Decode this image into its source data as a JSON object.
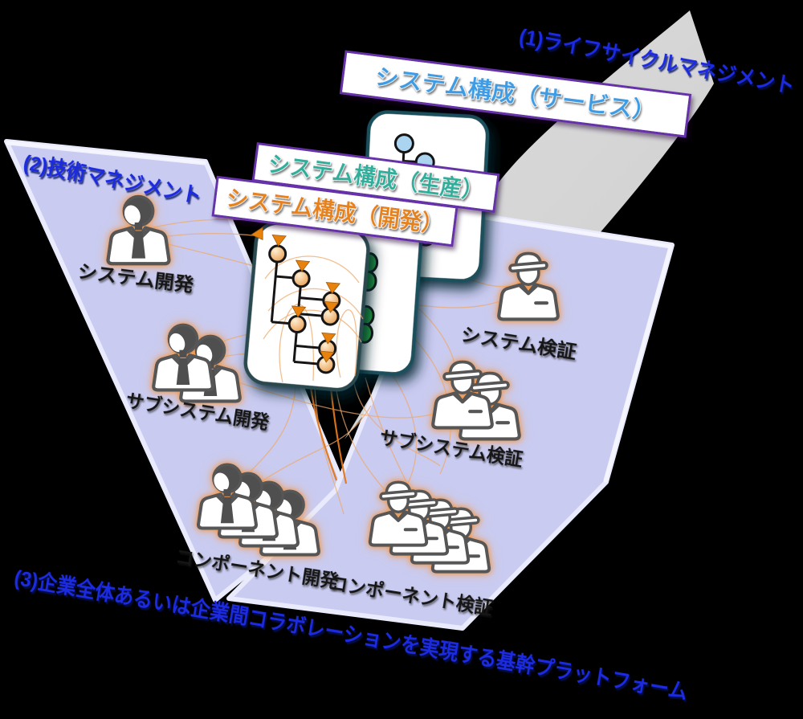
{
  "diagram": {
    "titles": {
      "lifecycle": "(1)ライフサイクルマネジメント",
      "technology": "(2)技術マネジメント",
      "platform": "(3)企業全体あるいは企業間コラボレーションを実現する基幹プラットフォーム"
    },
    "config_labels": [
      {
        "label": "システム構成（サービス）",
        "color": "#3d9ce4"
      },
      {
        "label": "システム構成（生産）",
        "color": "#2fae9b"
      },
      {
        "label": "システム構成（開発）",
        "color": "#e5821c"
      }
    ],
    "development_roles": [
      {
        "label": "システム開発",
        "members": 1
      },
      {
        "label": "サブシステム開発",
        "members": 2
      },
      {
        "label": "コンポーネント開発",
        "members": 4
      }
    ],
    "verification_roles": [
      {
        "label": "システム検証",
        "members": 1
      },
      {
        "label": "サブシステム検証",
        "members": 2
      },
      {
        "label": "コンポーネント検証",
        "members": 4
      }
    ],
    "colors": {
      "title_blue": "#1b2ae0",
      "panel_lavender": "#c9cbf1",
      "panel_highlight": "#eceefc",
      "arrow_gray": "#d7d7d7",
      "label_border_purple": "#6633aa",
      "dev_node_orange": "#e89b4e",
      "production_node_green": "#28a83c",
      "service_node_blue": "#abd4f0",
      "trace_link_orange": "#edaa6b",
      "icon_glow_orange": "#f09a50"
    }
  }
}
